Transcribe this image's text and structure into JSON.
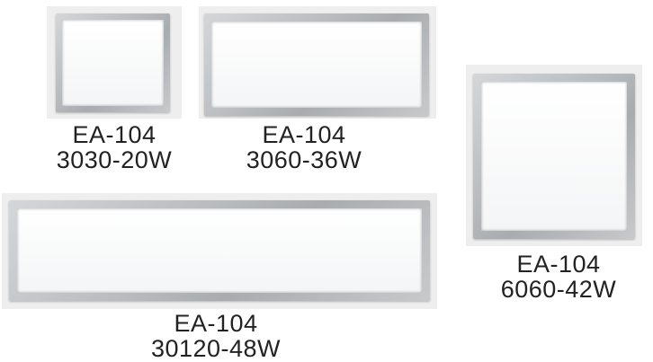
{
  "products": [
    {
      "model": "EA-104",
      "variant": "3030-20W"
    },
    {
      "model": "EA-104",
      "variant": "3060-36W"
    },
    {
      "model": "EA-104",
      "variant": "6060-42W"
    },
    {
      "model": "EA-104",
      "variant": "30120-48W"
    }
  ],
  "colors": {
    "frame": "#b9bcbf",
    "panel_face": "#ffffff",
    "background": "#eeeeee",
    "text": "#222222"
  }
}
